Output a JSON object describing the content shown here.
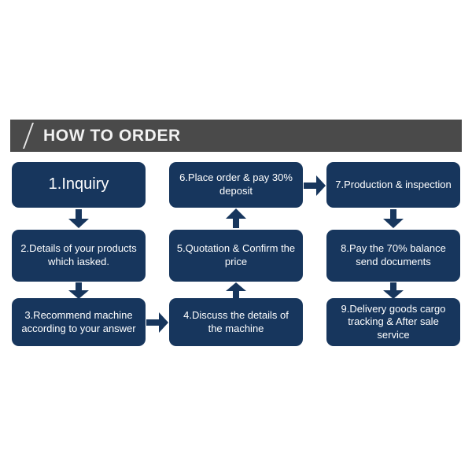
{
  "header": {
    "title": "HOW TO ORDER",
    "slash_icon": "diagonal-slash-icon",
    "bar_color": "#4a4a4a",
    "text_color": "#f2f2f2"
  },
  "theme": {
    "box_color": "#17365d",
    "arrow_color": "#17365d",
    "background": "#ffffff"
  },
  "flow": {
    "steps": [
      {
        "id": 1,
        "label": "1.Inquiry",
        "column": 1,
        "row": 1
      },
      {
        "id": 2,
        "label": "2.Details of your products which iasked.",
        "column": 1,
        "row": 2
      },
      {
        "id": 3,
        "label": "3.Recommend machine according to your answer",
        "column": 1,
        "row": 3
      },
      {
        "id": 4,
        "label": "4.Discuss the details of the machine",
        "column": 2,
        "row": 3
      },
      {
        "id": 5,
        "label": "5.Quotation & Confirm the price",
        "column": 2,
        "row": 2
      },
      {
        "id": 6,
        "label": "6.Place order & pay 30% deposit",
        "column": 2,
        "row": 1
      },
      {
        "id": 7,
        "label": "7.Production & inspection",
        "column": 3,
        "row": 1
      },
      {
        "id": 8,
        "label": "8.Pay the 70% balance send documents",
        "column": 3,
        "row": 2
      },
      {
        "id": 9,
        "label": "9.Delivery goods cargo tracking & After sale service",
        "column": 3,
        "row": 3
      }
    ],
    "connectors": [
      {
        "name": "arrow-1-to-2",
        "direction": "down"
      },
      {
        "name": "arrow-2-to-3",
        "direction": "down"
      },
      {
        "name": "arrow-3-to-4",
        "direction": "right"
      },
      {
        "name": "arrow-4-to-5",
        "direction": "up"
      },
      {
        "name": "arrow-5-to-6",
        "direction": "up"
      },
      {
        "name": "arrow-6-to-7",
        "direction": "right"
      },
      {
        "name": "arrow-7-to-8",
        "direction": "down"
      },
      {
        "name": "arrow-8-to-9",
        "direction": "down"
      }
    ]
  }
}
